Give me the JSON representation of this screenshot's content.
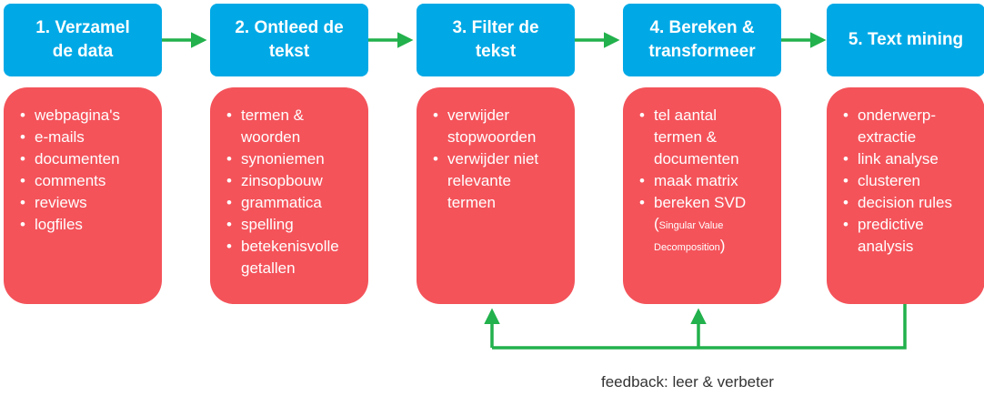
{
  "colors": {
    "step": "#00a9e6",
    "card": "#f4535a",
    "arrow": "#22b14c"
  },
  "steps": [
    {
      "line1": "1. Verzamel",
      "line2": "de data"
    },
    {
      "line1": "2. Ontleed de",
      "line2": "tekst"
    },
    {
      "line1": "3. Filter de",
      "line2": "tekst"
    },
    {
      "line1": "4. Bereken &",
      "line2": "transformeer"
    },
    {
      "line1": "5. Text mining",
      "line2": ""
    }
  ],
  "cards": [
    {
      "items": [
        "webpagina's",
        "e-mails",
        "documenten",
        "comments",
        "reviews",
        "logfiles"
      ]
    },
    {
      "items": [
        "termen &\nwoorden",
        "synoniemen",
        "zinsopbouw",
        "grammatica",
        "spelling",
        "betekenisvolle\ngetallen"
      ]
    },
    {
      "items": [
        "verwijder\nstopwoorden",
        "verwijder niet\nrelevante\ntermen"
      ]
    },
    {
      "items": [
        "tel aantal\ntermen &\ndocumenten",
        "maak matrix",
        "bereken SVD"
      ],
      "note_open": "(",
      "note_line1": "Singular Value",
      "note_line2": "Decomposition",
      "note_close": ")"
    },
    {
      "items": [
        "onderwerp-\nextractie",
        "link analyse",
        "clusteren",
        "decision rules",
        "predictive\nanalysis"
      ]
    }
  ],
  "feedback_label": "feedback: leer & verbeter"
}
